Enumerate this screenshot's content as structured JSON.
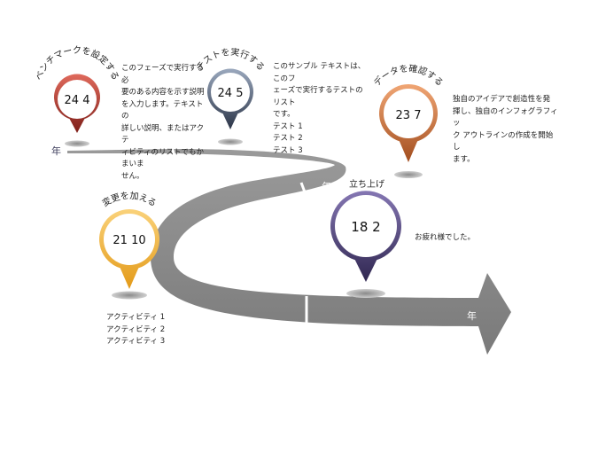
{
  "milestones": {
    "benchmark": {
      "label": "ベンチマークを設定する",
      "value": "24 4",
      "description": [
        "このフェーズで実行する必",
        "要のある内容を示す説明",
        "を入力します。テキストの",
        "詳しい説明、またはアクテ",
        "ィビティのリストでもかまいま",
        "せん。"
      ]
    },
    "test": {
      "label": "テストを実行する",
      "value": "24 5",
      "description": [
        "このサンプル テキストは、このフ",
        "ェーズで実行するテストのリスト",
        "です。"
      ],
      "list": [
        "テスト 1",
        "テスト 2",
        "テスト 3"
      ]
    },
    "verify": {
      "label": "データを確認する",
      "value": "23 7",
      "description": [
        "独自のアイデアで創造性を発",
        "揮し、独自のインフォグラフィッ",
        "ク アウトラインの作成を開始し",
        "ます。"
      ]
    },
    "change": {
      "label": "変更を加える",
      "value": "21 10",
      "list": [
        "アクティビティ 1",
        "アクティビティ 2",
        "アクティビティ 3"
      ]
    },
    "launch": {
      "label": "立ち上げ",
      "value": "18 2",
      "description": [
        "お疲れ様でした。"
      ]
    }
  },
  "years": {
    "start": "年",
    "middle": "年",
    "end": "年"
  },
  "colors": {
    "benchmark": "#b23a2e",
    "test": "#5c6b82",
    "verify": "#dc7d3c",
    "change": "#f2b33a",
    "launch": "#4f4377",
    "road": "#8f8f8f",
    "year_text": "#3b3b5a"
  }
}
